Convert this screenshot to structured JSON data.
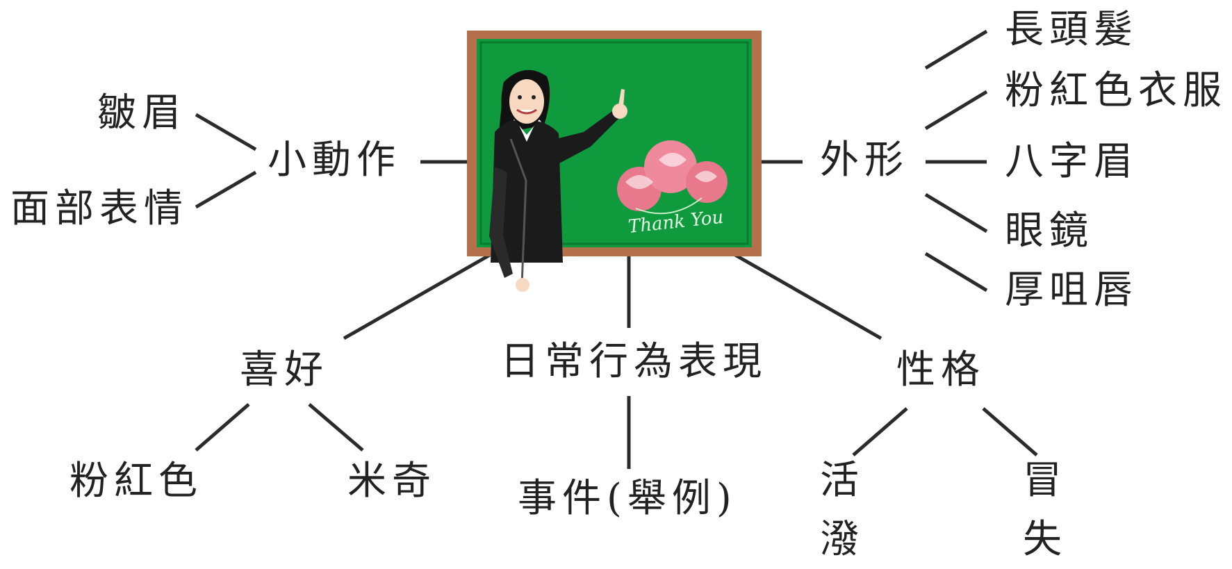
{
  "center_image": "teacher-at-chalkboard-illustration",
  "board_text": "Thank You",
  "colors": {
    "board": "#0f9a3e",
    "frame": "#b3704a",
    "lines": "#2b2b2b",
    "flowers": "#e8788c"
  },
  "nodes": {
    "small_actions": "小動作",
    "frown": "皺眉",
    "facial_expression": "面部表情",
    "appearance": "外形",
    "long_hair": "長頭髮",
    "pink_clothes": "粉紅色衣服",
    "eight_brows": "八字眉",
    "glasses": "眼鏡",
    "thick_lips": "厚咀唇",
    "hobbies": "喜好",
    "pink": "粉紅色",
    "mickey": "米奇",
    "daily_behavior": "日常行為表現",
    "event_example": "事件(舉例)",
    "personality": "性格",
    "lively_1": "活",
    "lively_2": "潑",
    "careless_1": "冒",
    "careless_2": "失"
  }
}
